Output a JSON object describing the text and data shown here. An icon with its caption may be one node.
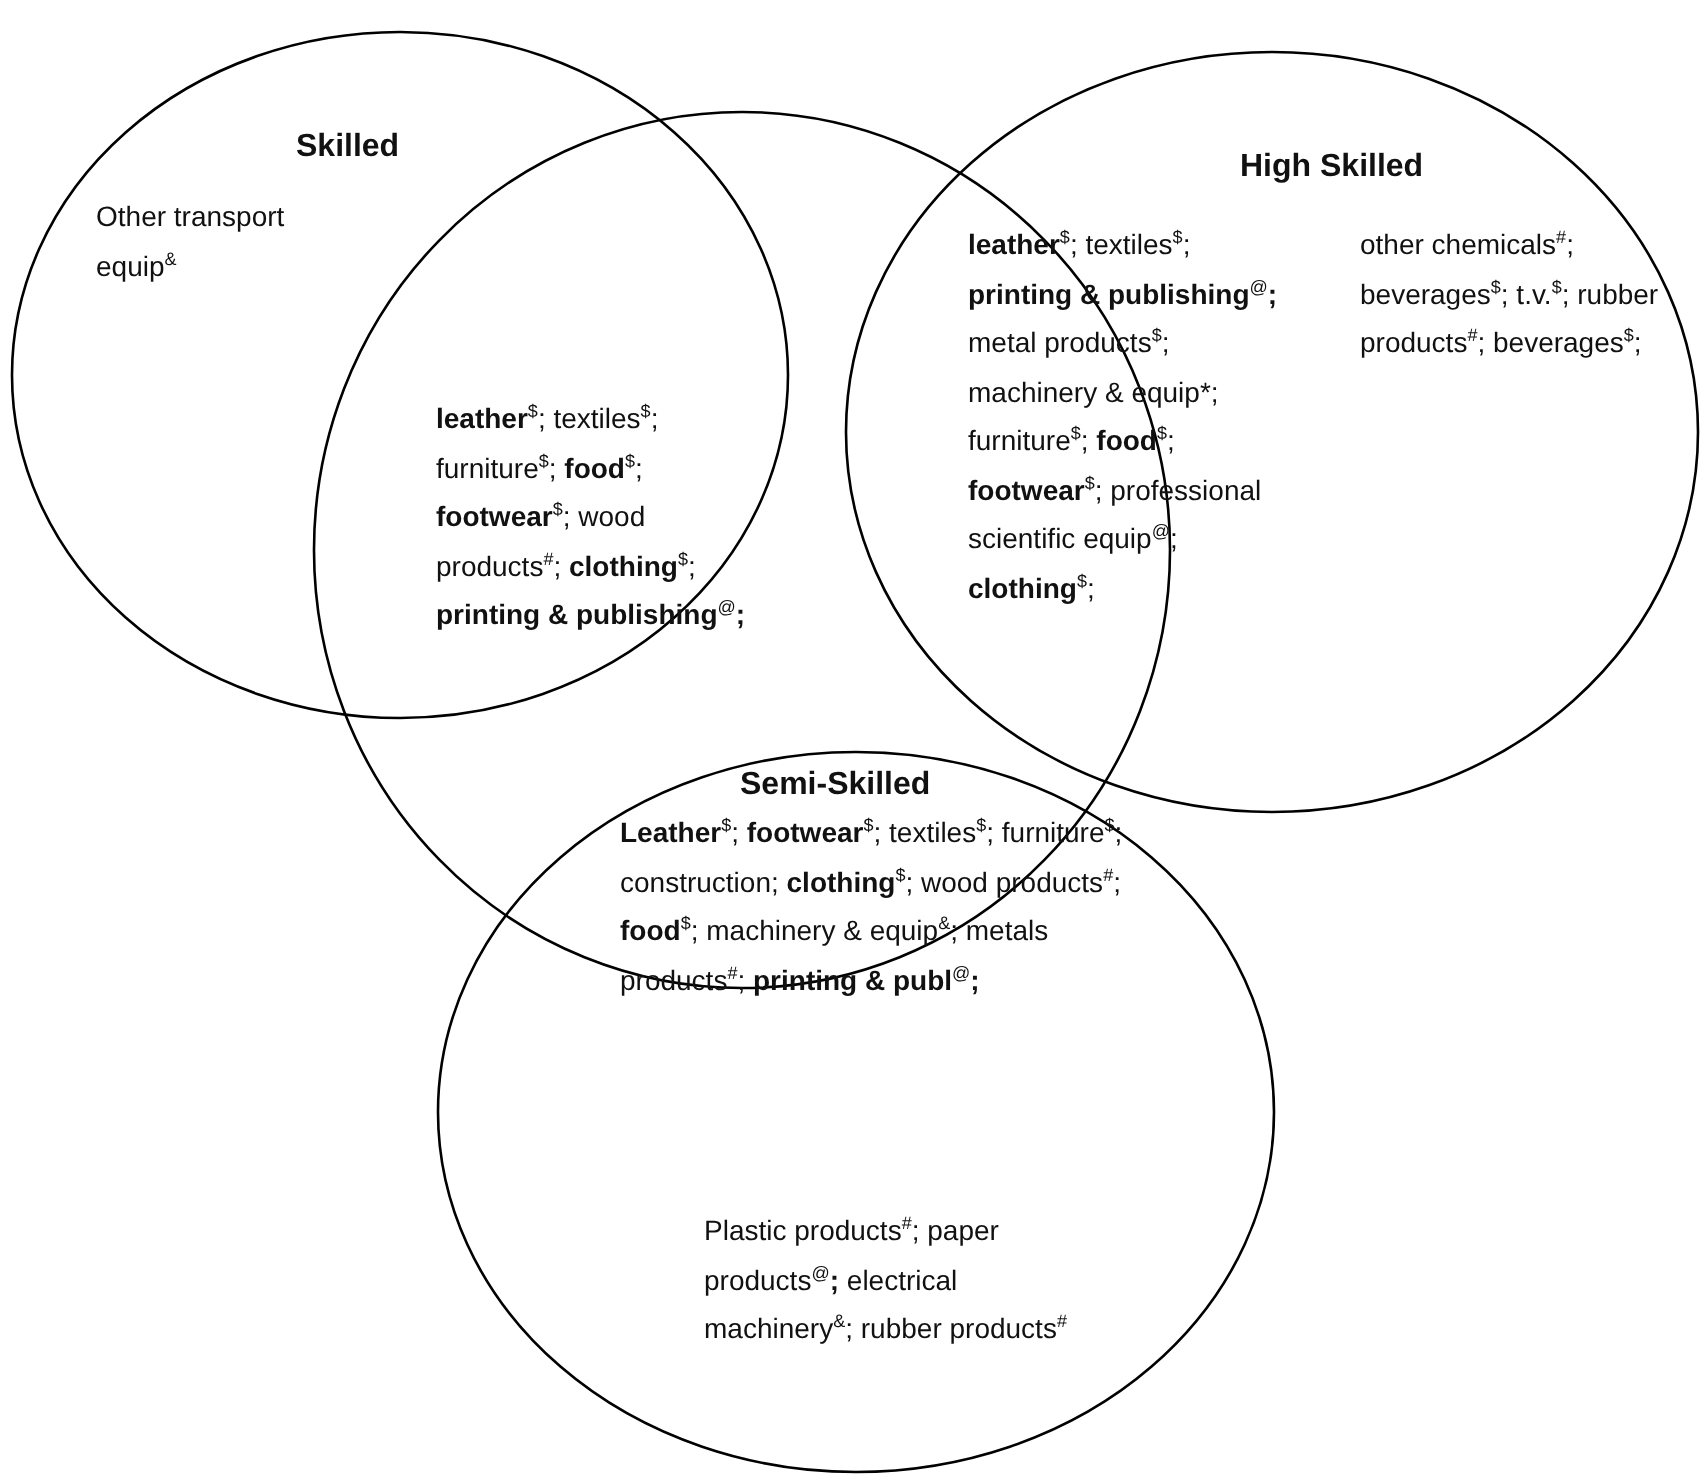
{
  "diagram": {
    "nodes": [
      {
        "text": [
          "Skilled",
          "Other transport equip$^{&}$",
          "**leather**$^{$}$; textiles$^{$}$; furniture$^{$}$; **food**$^{$}$; **footwear**$^{$}$; wood products$^{#}$; **clothing**$^{$}$; **printing & publishing**$^{@}$**;**"
        ]
      },
      {
        "text": [],
        "shape": "ellipse"
      },
      {
        "text": [
          "High Skilled",
          "**leather**$^{$}$; textiles$^{$}$; **printing & publishing**$^{@}$**;** metal products$^{$}$; machinery & equip*; furniture$^{$}$; **food**$^{$}$; **footwear**$^{$}$; professional scientific equip$^{@}$; **clothing**$^{$}$;",
          "other chemicals$^{#}$; beverages$^{$}$; t.v.$^{$}$; rubber products$^{#}$; beverages$^{$}$;"
        ]
      },
      {
        "text": [
          "Semi-Skilled",
          "**Leather**$^{$}$; **footwear**$^{$}$; textiles$^{$}$; furniture$^{$}$; construction; **clothing**$^{$}$; wood products$^{#}$; **food**$^{$}$; machinery & equip$^{&}$; metals products$^{#}$; **printing & publ**$^{@}$**;**",
          "Plastic products$^{#}$; paper products$^{@}$**;** electrical machinery$^{&}$; rubber products$^{#}$"
        ]
      }
    ]
  }
}
